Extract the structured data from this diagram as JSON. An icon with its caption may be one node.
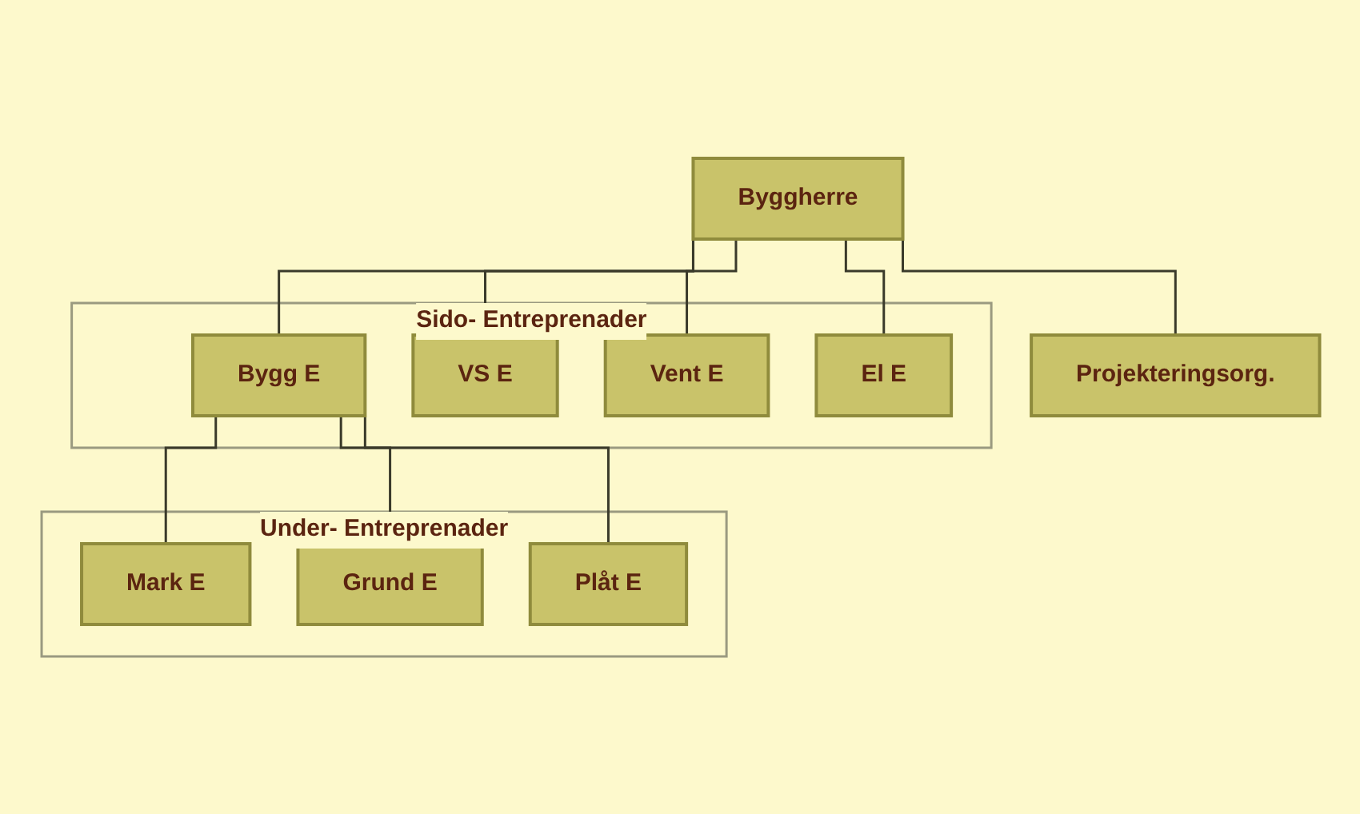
{
  "diagram": {
    "nodes": [
      {
        "text": [
          "Byggherre"
        ]
      },
      {
        "text": [
          "Projekteringsorg."
        ]
      },
      {
        "text": [
          "Sido- Entreprenader"
        ]
      },
      {
        "text": [
          "Bygg E"
        ],
        "in": 2
      },
      {
        "text": [
          "VS E"
        ],
        "in": 2
      },
      {
        "text": [
          "Vent E"
        ],
        "in": 2
      },
      {
        "text": [
          "El E"
        ],
        "in": 2
      },
      {
        "text": [
          "Under- Entreprenader"
        ]
      },
      {
        "text": [
          "Mark E"
        ],
        "in": 7
      },
      {
        "text": [
          "Grund E"
        ],
        "in": 7
      },
      {
        "text": [
          "Plåt E"
        ],
        "in": 7
      }
    ],
    "edges": [
      {
        "from": 0,
        "to": 1,
        "arrow": "none"
      },
      {
        "from": 0,
        "to": 3,
        "arrow": "none"
      },
      {
        "from": 0,
        "to": 4,
        "arrow": "none"
      },
      {
        "from": 0,
        "to": 5,
        "arrow": "none"
      },
      {
        "from": 0,
        "to": 6,
        "arrow": "none"
      },
      {
        "from": 3,
        "to": 8,
        "arrow": "none"
      },
      {
        "from": 3,
        "to": 9,
        "arrow": "none"
      },
      {
        "from": 3,
        "to": 10,
        "arrow": "none"
      }
    ]
  }
}
